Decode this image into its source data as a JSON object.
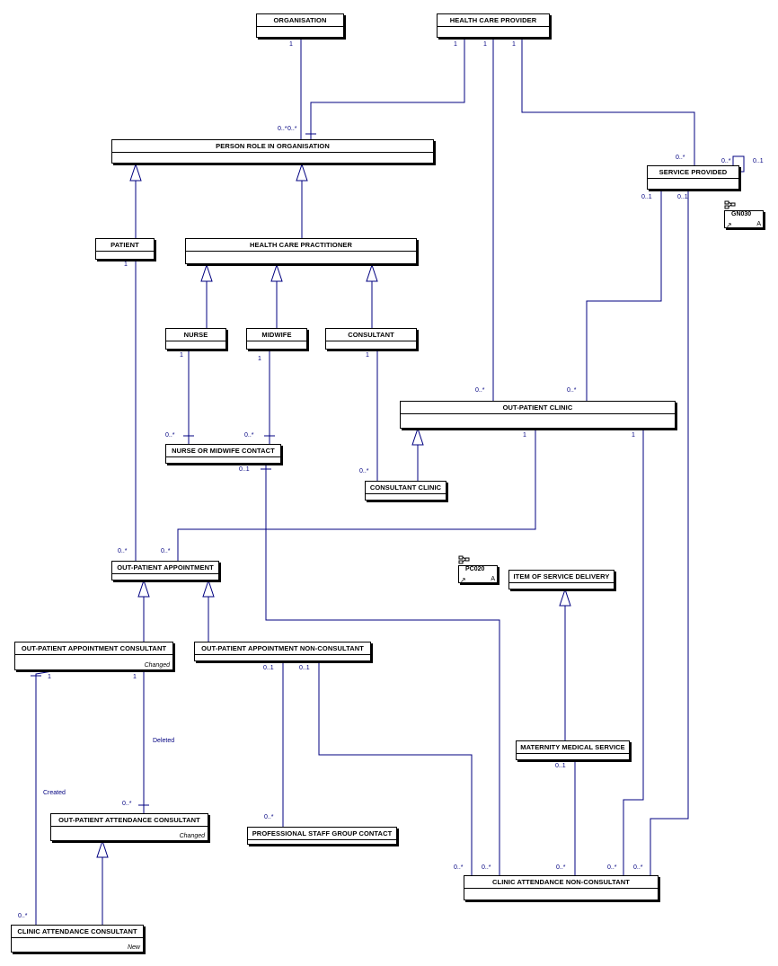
{
  "diagram": {
    "entities": {
      "organisation": {
        "name": "ORGANISATION",
        "note": ""
      },
      "health_care_provider": {
        "name": "HEALTH CARE PROVIDER",
        "note": ""
      },
      "person_role": {
        "name": "PERSON ROLE IN ORGANISATION",
        "note": ""
      },
      "service_provided": {
        "name": "SERVICE PROVIDED",
        "note": ""
      },
      "patient": {
        "name": "PATIENT",
        "note": ""
      },
      "health_care_practitioner": {
        "name": "HEALTH CARE PRACTITIONER",
        "note": ""
      },
      "nurse": {
        "name": "NURSE",
        "note": ""
      },
      "midwife": {
        "name": "MIDWIFE",
        "note": ""
      },
      "consultant": {
        "name": "CONSULTANT",
        "note": ""
      },
      "out_patient_clinic": {
        "name": "OUT-PATIENT CLINIC",
        "note": ""
      },
      "nurse_midwife_contact": {
        "name": "NURSE OR MIDWIFE CONTACT",
        "note": ""
      },
      "consultant_clinic": {
        "name": "CONSULTANT CLINIC",
        "note": ""
      },
      "out_patient_appointment": {
        "name": "OUT-PATIENT APPOINTMENT",
        "note": ""
      },
      "item_service_delivery": {
        "name": "ITEM OF SERVICE DELIVERY",
        "note": ""
      },
      "opa_consultant": {
        "name": "OUT-PATIENT APPOINTMENT CONSULTANT",
        "note": "Changed"
      },
      "opa_non_consultant": {
        "name": "OUT-PATIENT APPOINTMENT NON-CONSULTANT",
        "note": ""
      },
      "maternity_medical_service": {
        "name": "MATERNITY MEDICAL SERVICE",
        "note": ""
      },
      "opatt_consultant": {
        "name": "OUT-PATIENT ATTENDANCE CONSULTANT",
        "note": "Changed"
      },
      "professional_staff_group_contact": {
        "name": "PROFESSIONAL STAFF GROUP CONTACT",
        "note": ""
      },
      "clinic_attendance_non_consultant": {
        "name": "CLINIC ATTENDANCE NON-CONSULTANT",
        "note": ""
      },
      "clinic_attendance_consultant": {
        "name": "CLINIC ATTENDANCE CONSULTANT",
        "note": "New"
      }
    },
    "packages": {
      "gn030": {
        "label": "GN030",
        "icon": "package-diagram-icon"
      },
      "pc020": {
        "label": "PC020",
        "icon": "package-diagram-icon"
      }
    },
    "multiplicities": {
      "m_org_1": "1",
      "m_hcp_1a": "1",
      "m_hcp_1b": "1",
      "m_hcp_1c": "1",
      "m_pro_0n": "0..*",
      "m_pro_0n2": "0..*",
      "m_sp_0n": "0..*",
      "m_sp_self_0n": "0..*",
      "m_sp_self_01": "0..1",
      "m_sp_01a": "0..1",
      "m_sp_01b": "0..1",
      "m_patient_1": "1",
      "m_nurse_1": "1",
      "m_midwife_1": "1",
      "m_consultant_1": "1",
      "m_opc_hcp_0n": "0..*",
      "m_opc_sp_0n": "0..*",
      "m_opc_1a": "1",
      "m_opc_1b": "1",
      "m_nmc_0n_a": "0..*",
      "m_nmc_0n_b": "0..*",
      "m_nmc_01": "0..1",
      "m_cc_0n": "0..*",
      "m_opa_0n_a": "0..*",
      "m_opa_0n_b": "0..*",
      "m_opac_1a": "1",
      "m_opac_1b": "1",
      "m_opanc_01a": "0..1",
      "m_opanc_01b": "0..1",
      "m_mms_01": "0..1",
      "m_opatt_0n": "0..*",
      "m_psgc_0n": "0..*",
      "m_canc_0n_a": "0..*",
      "m_canc_0n_b": "0..*",
      "m_canc_0n_c": "0..*",
      "m_canc_0n_d": "0..*",
      "m_canc_0n_e": "0..*",
      "m_cac_0n": "0..*"
    },
    "roles": {
      "deleted": "Deleted",
      "created": "Created"
    },
    "colors": {
      "line": "#000080",
      "box": "#000000",
      "shadow": "#000000",
      "text": "#000000",
      "multiplicity": "#000080"
    }
  }
}
